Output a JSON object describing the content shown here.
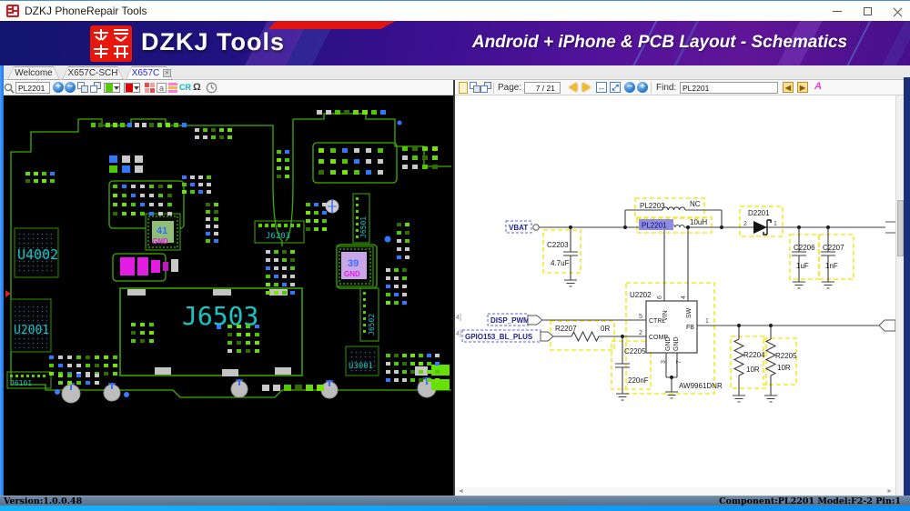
{
  "window": {
    "title": "DZKJ PhoneRepair Tools"
  },
  "banner": {
    "logo_characters": "东震科技",
    "brand": "DZKJ Tools",
    "slogan": "Android + iPhone & PCB Layout - Schematics"
  },
  "tabs": [
    {
      "label": "Welcome"
    },
    {
      "label": "X657C-SCH"
    },
    {
      "label": "X657C",
      "close": "×"
    }
  ],
  "pcb_toolbar": {
    "search_value": "PL2201",
    "a_label": "a",
    "cr_label": "CR",
    "omega_label": "Ω"
  },
  "sch_toolbar": {
    "page_label": "Page:",
    "page_value": "7 / 21",
    "find_label": "Find:",
    "find_value": "PL2201",
    "case_label": "A"
  },
  "pcb": {
    "labels": {
      "u4002": "U4002",
      "u2001": "U2001",
      "j6503": "J6503",
      "j6203": "J6203",
      "j6501": "J6501",
      "j6502": "J6502",
      "u3001": "U3001",
      "j6101": "J6101",
      "chip41": "41",
      "chip41_gnd": "GND",
      "chip39": "39",
      "chip39_gnd": "GND"
    }
  },
  "schematic": {
    "nets": {
      "vbat": "VBAT",
      "disp_pwm": "DISP_PWM",
      "gpio": "GPIO153_BL_PLUS"
    },
    "components": {
      "c2203": "C2203",
      "c2203_val": "4.7uF",
      "pl2203": "PL2203",
      "pl2203_val": "NC",
      "pl2201": "PL2201",
      "pl2201_val": "10uH",
      "d2201": "D2201",
      "c2206": "C2206",
      "c2206_val": "1uF",
      "c2207": "C2207",
      "c2207_val": "1nF",
      "u2202": "U2202",
      "u2202_part": "AW9961DNR",
      "r2207": "R2207",
      "r2207_val": "0R",
      "c2205": "C2205",
      "c2205_val": "220nF",
      "r2204": "R2204",
      "r2204_val": "10R",
      "r2205": "R2205",
      "r2205_val": "10R"
    },
    "pins": {
      "vin": "VIN",
      "sw": "SW",
      "ctrl": "CTRL",
      "comp": "COMP",
      "fb": "FB",
      "gnd": "GND",
      "n1": "1",
      "n2": "2",
      "n3": "3",
      "n4": "4",
      "n5": "5",
      "n6": "6",
      "n7": "7"
    },
    "page_ref": "4]"
  },
  "statusbar": {
    "version": "Version:1.0.0.48",
    "component_info": "Component:PL2201 Model:F2-2 Pin:1"
  },
  "colors": {
    "accent_blue": "#2f7fd6",
    "pcb_green": "#3fae00",
    "label_cyan": "#17c4c4",
    "highlight_yellow": "#f7e72a",
    "net_blue": "#5d5df0",
    "selected_fill": "#8d8de0",
    "magenta": "#e21ce2"
  }
}
